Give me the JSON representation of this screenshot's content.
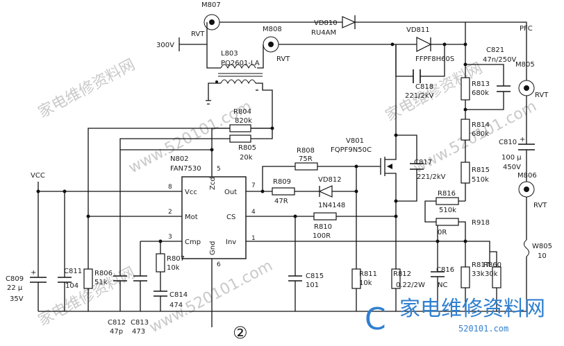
{
  "figure_number": "②",
  "ic": {
    "ref": "N802",
    "part": "FAN7530",
    "pins": {
      "vcc": "Vcc",
      "mot": "Mot",
      "cmp": "Cmp",
      "zcd": "Zcd",
      "gnd": "Gnd",
      "out": "Out",
      "cs": "CS",
      "inv": "Inv"
    },
    "pin_numbers": {
      "p1": "1",
      "p2": "2",
      "p3": "3",
      "p4": "4",
      "p5": "5",
      "p6": "6",
      "p7": "7",
      "p8": "8"
    }
  },
  "supply": {
    "vcc": "VCC",
    "v300": "300V",
    "pfc": "PFC"
  },
  "terminals": {
    "m807": "M807",
    "m808": "M808",
    "m805": "M805",
    "m806": "M806",
    "rvt": "RVT",
    "w805": "W805",
    "w805_val": "10"
  },
  "inductor": {
    "ref": "L803",
    "part": "PQ2601-LA"
  },
  "diodes": {
    "vd810": {
      "ref": "VD810",
      "part": "RU4AM"
    },
    "vd811": {
      "ref": "VD811",
      "part": "FFPF8H60S"
    },
    "vd812": {
      "ref": "VD812",
      "part": "1N4148"
    }
  },
  "mosfet": {
    "ref": "V801",
    "part": "FQPF9N50C"
  },
  "resistors": {
    "r804": {
      "ref": "R804",
      "val": "820k"
    },
    "r805": {
      "ref": "R805",
      "val": "20k"
    },
    "r808": {
      "ref": "R808",
      "val": "75R"
    },
    "r809": {
      "ref": "R809",
      "val": "47R"
    },
    "r810": {
      "ref": "R810",
      "val": "100R"
    },
    "r806": {
      "ref": "R806",
      "val": "51k"
    },
    "r807": {
      "ref": "R807",
      "val": "10k"
    },
    "r811": {
      "ref": "R811",
      "val": "10k"
    },
    "r812": {
      "ref": "R812",
      "val": "0.22/2W"
    },
    "r813": {
      "ref": "R813",
      "val": "680k"
    },
    "r814": {
      "ref": "R814",
      "val": "680k"
    },
    "r815": {
      "ref": "R815",
      "val": "510k"
    },
    "r816": {
      "ref": "R816",
      "val": "510k"
    },
    "r817": {
      "ref": "R817",
      "val": "33k"
    },
    "r860": {
      "ref": "R860",
      "val": "30k"
    },
    "r918": {
      "ref": "R918",
      "val": "0R"
    }
  },
  "capacitors": {
    "c809": {
      "ref": "C809",
      "val1": "22 μ",
      "val2": "35V"
    },
    "c811": {
      "ref": "C811",
      "val": "104"
    },
    "c812": {
      "ref": "C812",
      "val": "47p"
    },
    "c813": {
      "ref": "C813",
      "val": "473"
    },
    "c814": {
      "ref": "C814",
      "val": "474"
    },
    "c815": {
      "ref": "C815",
      "val": "101"
    },
    "c816": {
      "ref": "C816",
      "val": "NC"
    },
    "c817": {
      "ref": "C817",
      "val": "221/2kV"
    },
    "c818": {
      "ref": "C818",
      "val": "221/2kV"
    },
    "c821": {
      "ref": "C821",
      "val": "47n/250V"
    },
    "c810": {
      "ref": "C810",
      "val1": "100 μ",
      "val2": "450V"
    }
  },
  "watermark": {
    "text": "家电维修资料网",
    "url": "www.520101.com",
    "brand": "家电维修资料网",
    "brand_url": "520101.com",
    "logo_letter": "C"
  }
}
